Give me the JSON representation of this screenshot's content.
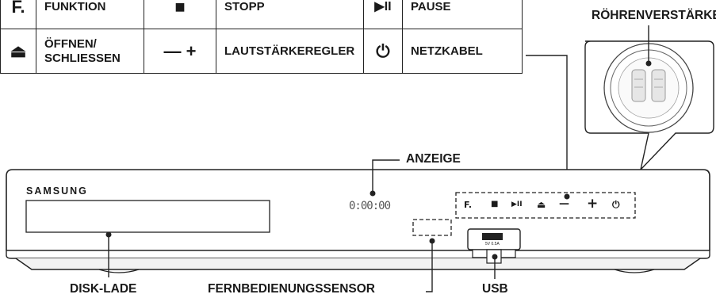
{
  "legend": {
    "rows": [
      [
        {
          "symbol": "F.",
          "label": "FUNKTION"
        },
        {
          "symbol": "■",
          "label": "STOPP"
        },
        {
          "symbol": "▶II",
          "label": "PAUSE"
        }
      ],
      [
        {
          "symbol": "⏏",
          "label": "ÖFFNEN/ SCHLIESSEN"
        },
        {
          "symbol": "— +",
          "label": "LAUTSTÄRKEREGLER"
        },
        {
          "symbol": "⏻",
          "label": "NETZKABEL"
        }
      ]
    ]
  },
  "callouts": {
    "tube_amp": "RÖHRENVERSTÄRKER",
    "display": "ANZEIGE",
    "disc_tray": "DISK-LADE",
    "remote_sensor": "FERNBEDIENUNGSSENSOR",
    "usb": "USB"
  },
  "device": {
    "brand": "SAMSUNG",
    "display_readout": "0:00:00",
    "usb_rating": "5V 0.5A",
    "panel_buttons": [
      "F.",
      "■",
      "▶II",
      "⏏",
      "—",
      "+",
      "⏻"
    ]
  }
}
